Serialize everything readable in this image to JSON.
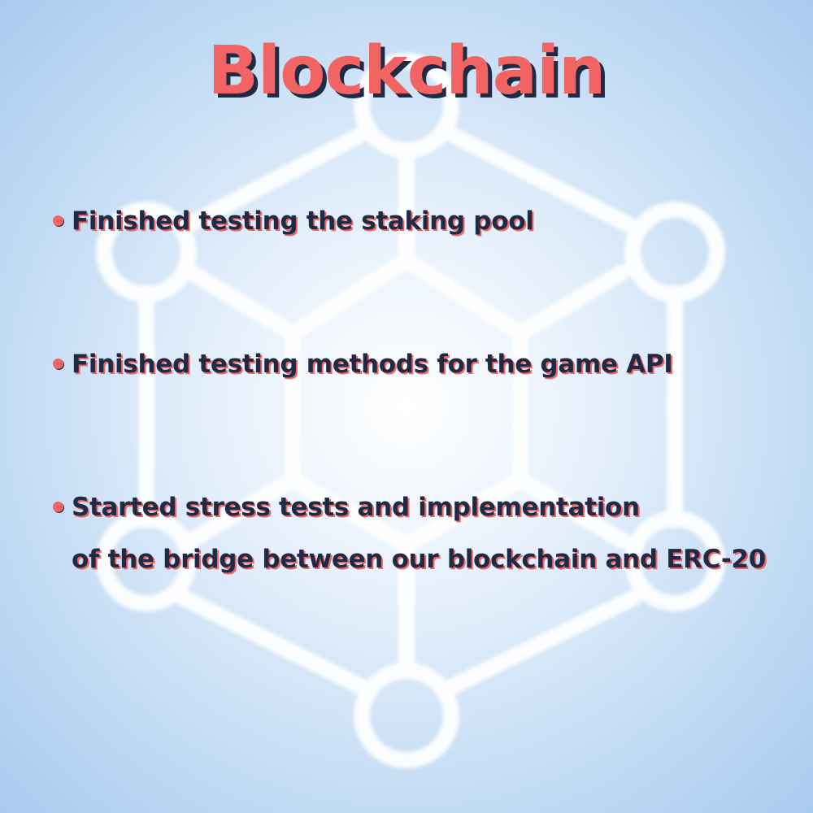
{
  "title": "Blockchain",
  "bullets": [
    {
      "lines": [
        "Finished testing the staking pool"
      ]
    },
    {
      "lines": [
        "Finished testing methods for the game API"
      ]
    },
    {
      "lines": [
        "Started stress tests and implementation",
        "of the bridge between our blockchain and ERC-20"
      ]
    }
  ],
  "background_icon": "blockchain-network-icon",
  "colors": {
    "accent": "#f26464",
    "text": "#1f2a44",
    "background_outer": "#a8caee",
    "background_center": "#ffffff"
  }
}
